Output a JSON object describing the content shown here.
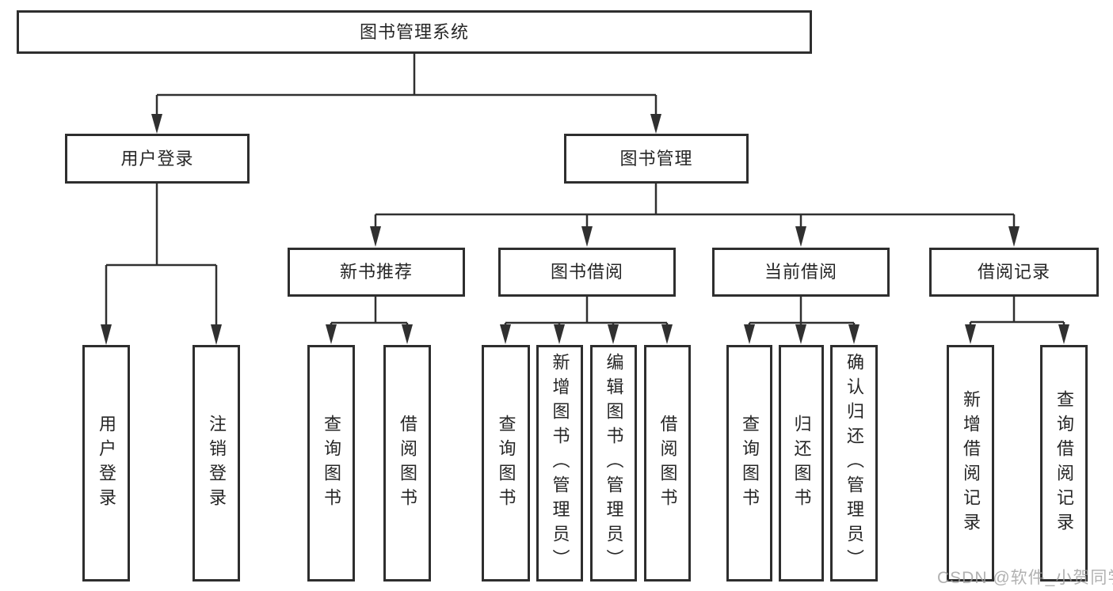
{
  "diagram_type": "hierarchy-tree",
  "colors": {
    "line": "#303030",
    "border": "#2e2e2e",
    "text": "#262626",
    "watermark": "#9e9e9e",
    "background": "#ffffff"
  },
  "tree": {
    "label": "图书管理系统",
    "children": [
      {
        "label": "用户登录",
        "children": [
          {
            "label": "用户登录"
          },
          {
            "label": "注销登录"
          }
        ]
      },
      {
        "label": "图书管理",
        "children": [
          {
            "label": "新书推荐",
            "children": [
              {
                "label": "查询图书"
              },
              {
                "label": "借阅图书"
              }
            ]
          },
          {
            "label": "图书借阅",
            "children": [
              {
                "label": "查询图书"
              },
              {
                "label": "新增图书（管理员）"
              },
              {
                "label": "编辑图书（管理员）"
              },
              {
                "label": "借阅图书"
              }
            ]
          },
          {
            "label": "当前借阅",
            "children": [
              {
                "label": "查询图书"
              },
              {
                "label": "归还图书"
              },
              {
                "label": "确认归还（管理员）"
              }
            ]
          },
          {
            "label": "借阅记录",
            "children": [
              {
                "label": "新增借阅记录"
              },
              {
                "label": "查询借阅记录"
              }
            ]
          }
        ]
      }
    ]
  },
  "watermark": {
    "text": "CSDN @软件_小贺同学"
  }
}
